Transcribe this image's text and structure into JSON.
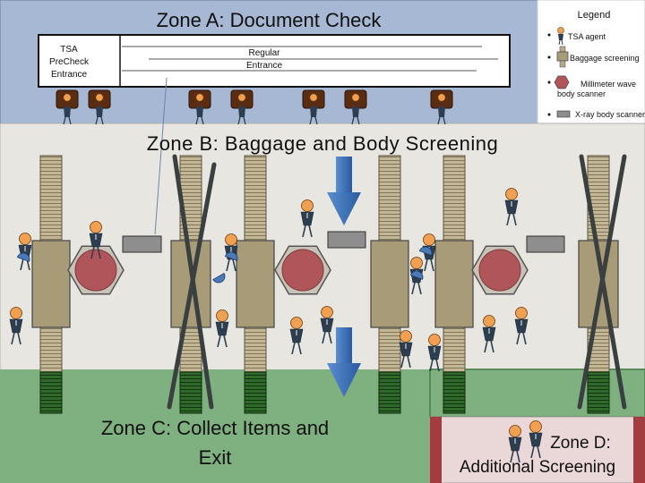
{
  "zone_a": {
    "title": "Zone A: Document Check"
  },
  "zone_b": {
    "title": "Zone B: Baggage and Body Screening"
  },
  "zone_c": {
    "title_line1": "Zone C: Collect Items and",
    "title_line2": "Exit"
  },
  "zone_d": {
    "title_line1": "Zone D:",
    "title_line2": "Additional Screening"
  },
  "entrances": {
    "precheck_line1": "TSA",
    "precheck_line2": "PreCheck",
    "precheck_line3": "Entrance",
    "regular_line1": "Regular",
    "regular_line2": "Entrance"
  },
  "legend": {
    "title": "Legend",
    "items": [
      {
        "label": "TSA agent",
        "icon": "tsa-agent-icon"
      },
      {
        "label": "Baggage screening",
        "icon": "baggage-screening-icon"
      },
      {
        "label": "Millimeter wave",
        "label2": "body scanner",
        "icon": "millimeter-wave-scanner-icon"
      },
      {
        "label": "X-ray body scanner",
        "icon": "xray-body-scanner-icon"
      }
    ]
  },
  "colors": {
    "zone_a_bg": "#a6b8d3",
    "zone_b_bg": "#e8e6e0",
    "zone_c_bg": "#7fb07f",
    "zone_d_bg": "#ead8d8",
    "conveyor": "#b5a98a",
    "scanner": "#b0555a",
    "flow_arrow": "#2f68b3",
    "agent_head": "#f0a050",
    "agent_body": "#2c3e50"
  }
}
